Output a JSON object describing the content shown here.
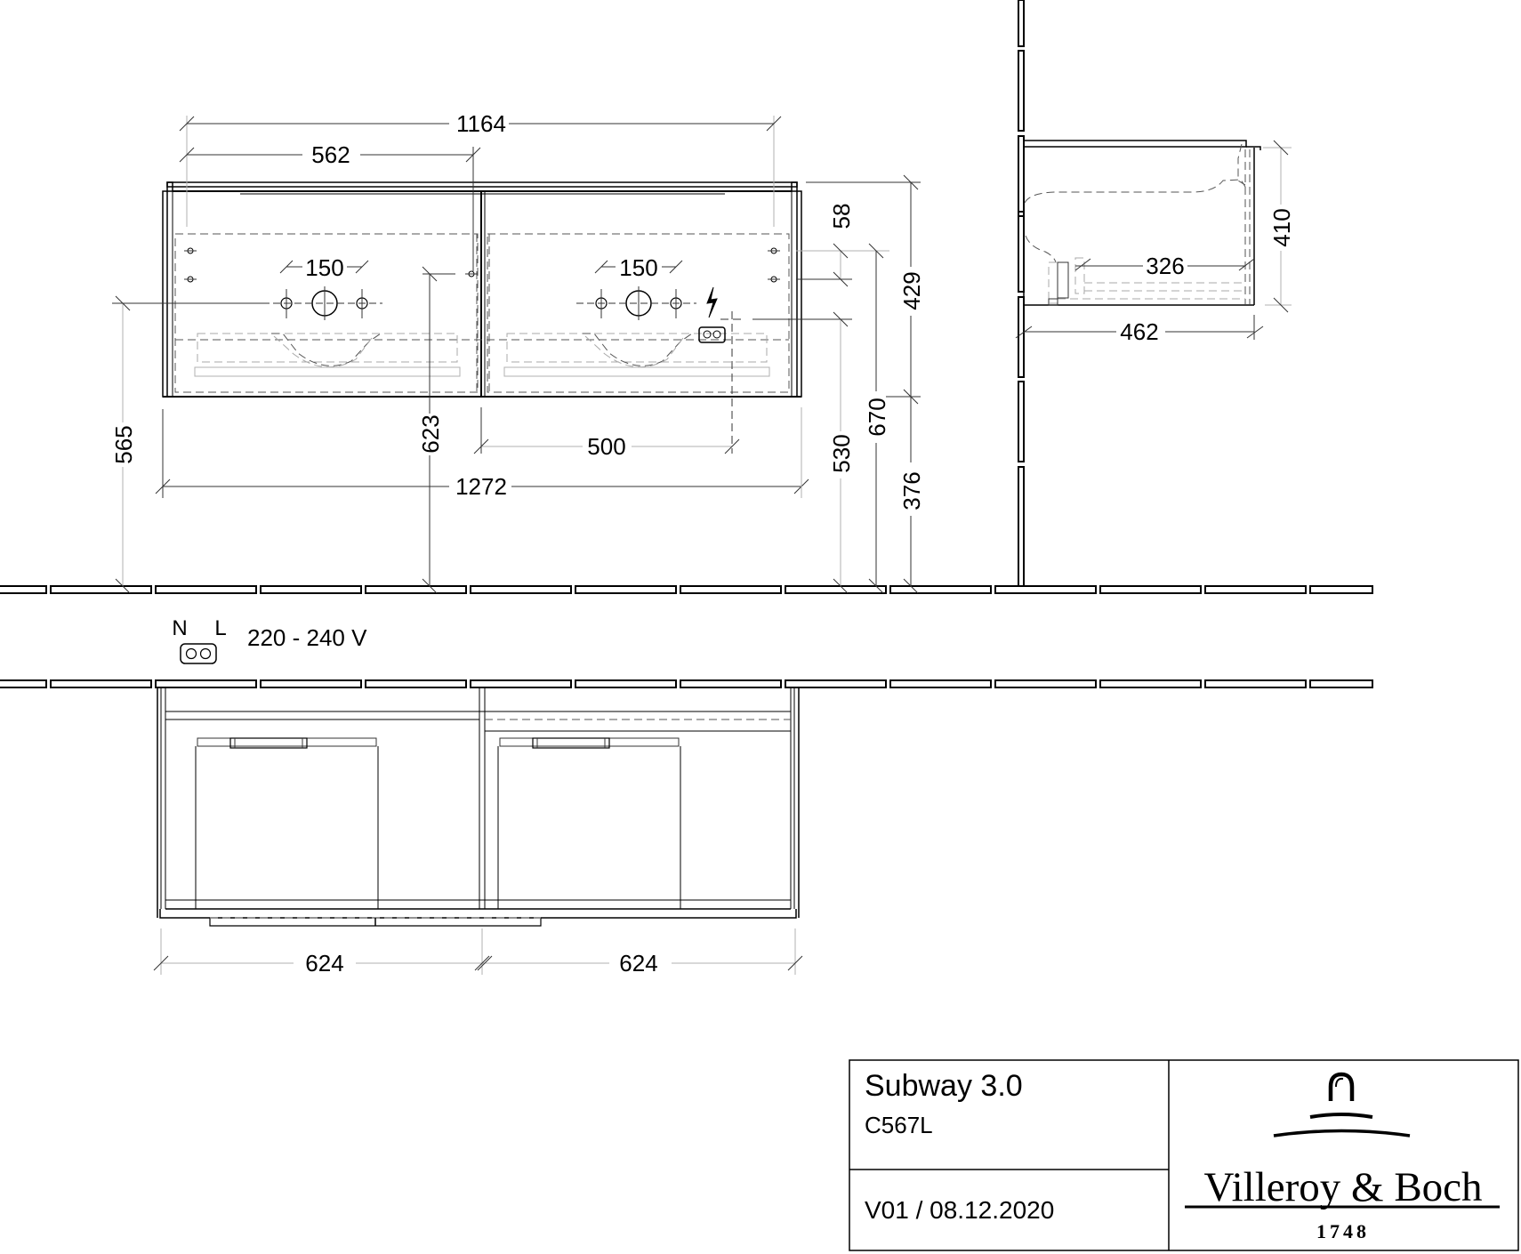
{
  "title_block": {
    "product_name": "Subway 3.0",
    "article_number": "C567L",
    "version_date": "V01 / 08.12.2020",
    "brand_name": "Villeroy & Boch",
    "brand_year": "1748"
  },
  "electrical": {
    "socket_label_n": "N",
    "socket_label_l": "L",
    "voltage": "220 - 240 V"
  },
  "front_view_dimensions": {
    "overall_drill_span": "1164",
    "left_drill_span": "562",
    "tap_spacing_left": "150",
    "tap_spacing_right": "150",
    "waste_height": "565",
    "fixing_height": "623",
    "socket_offset": "500",
    "overall_width": "1272",
    "top_offset": "58",
    "socket_height": "530",
    "fixing_height_top": "670",
    "cabinet_height": "429",
    "floor_clearance": "376"
  },
  "side_view_dimensions": {
    "inner_depth": "326",
    "overall_depth": "462",
    "side_height": "410"
  },
  "bottom_view_dimensions": {
    "left_drawer_width": "624",
    "right_drawer_width": "624"
  },
  "colors": {
    "line": "#000000",
    "hidden_line": "#555555",
    "dimension_line": "#b0b0b0",
    "background": "#ffffff"
  }
}
